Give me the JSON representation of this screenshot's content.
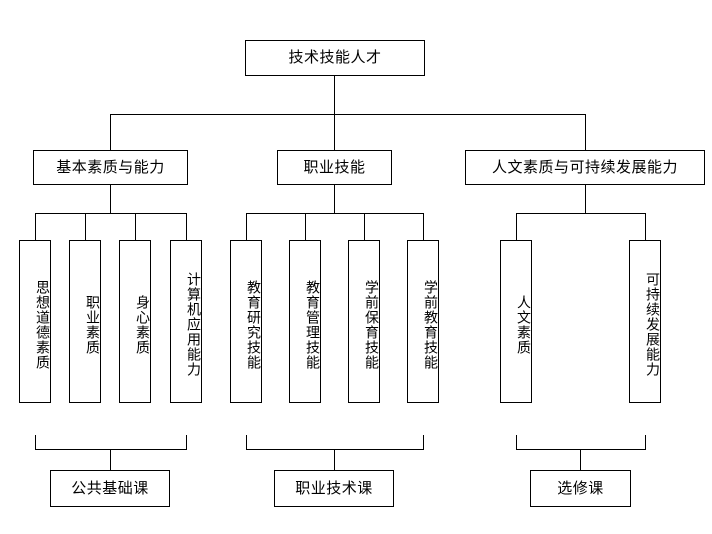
{
  "diagram": {
    "type": "hierarchy-tree",
    "title_node": "技术技能人才",
    "stroke_color": "#000000",
    "background_color": "#ffffff",
    "levels": {
      "root": {
        "label": "技术技能人才"
      },
      "categories": [
        {
          "id": "cat-basic",
          "label": "基本素质与能力"
        },
        {
          "id": "cat-vocational",
          "label": "职业技能"
        },
        {
          "id": "cat-humanities",
          "label": "人文素质与可持续发展能力"
        }
      ],
      "leaves": {
        "cat-basic": [
          {
            "label": "思想道德素质"
          },
          {
            "label": "职业素质"
          },
          {
            "label": "身心素质"
          },
          {
            "label": "计算机应用能力"
          }
        ],
        "cat-vocational": [
          {
            "label": "教育研究技能"
          },
          {
            "label": "教育管理技能"
          },
          {
            "label": "学前保育技能"
          },
          {
            "label": "学前教育技能"
          }
        ],
        "cat-humanities": [
          {
            "label": "人文素质"
          },
          {
            "label": "可持续发展能力"
          }
        ]
      },
      "courses": [
        {
          "id": "course-basic",
          "label": "公共基础课"
        },
        {
          "id": "course-vocational",
          "label": "职业技术课"
        },
        {
          "id": "course-elective",
          "label": "选修课"
        }
      ]
    }
  }
}
